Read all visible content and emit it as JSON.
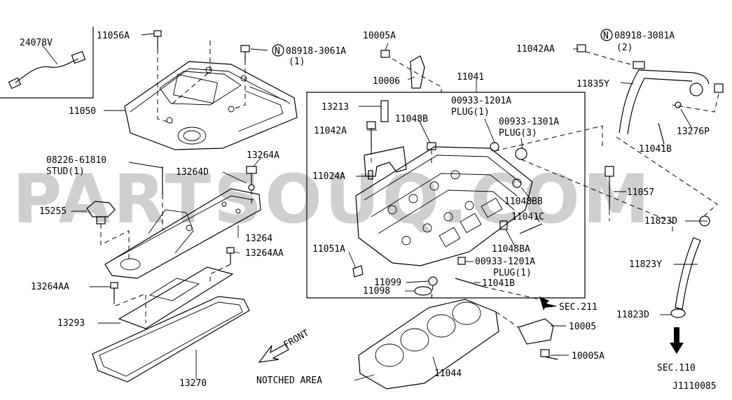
{
  "watermark": "PARTSOUQ.COM",
  "drawing_code": "J1110085",
  "front_label": "FRONT",
  "notched_area_label": "NOTCHED AREA",
  "callouts": {
    "c24078v": "24078V",
    "c11056a": "11056A",
    "c10005a_top": "10005A",
    "c08918_3061a": "08918-3061A",
    "c08918_3061a_qty": "(1)",
    "c11042aa_right": "11042AA",
    "c08918_3081a": "08918-3081A",
    "c08918_3081a_qty": "(2)",
    "c10006": "10006",
    "c11041": "11041",
    "c11835y": "11835Y",
    "c11050": "11050",
    "c13213": "13213",
    "c00933_1201a_top": "00933-1201A",
    "c_plug1_top": "PLUG(1)",
    "c00933_1301a": "00933-1301A",
    "c_plug3": "PLUG(3)",
    "c13276p": "13276P",
    "c11048b": "11048B",
    "c11042a": "11042A",
    "c11041b_right": "11041B",
    "c08226_61810": "08226-61810",
    "c_stud1": "STUD(1)",
    "c13264a": "13264A",
    "c13264d": "13264D",
    "c11024a": "11024A",
    "c11057": "11057",
    "c11048bb": "11048BB",
    "c15255": "15255",
    "c11823d_top": "11823D",
    "c11041c": "11041C",
    "c13264": "13264",
    "c11051a": "11051A",
    "c11048ba": "11048BA",
    "c13264aa_right": "13264AA",
    "c00933_1201a_bottom": "00933-1201A",
    "c_plug1_bottom": "PLUG(1)",
    "c11823y": "11823Y",
    "c11099": "11099",
    "c11041b_bottom": "11041B",
    "c13264aa_left": "13264AA",
    "c11098": "11098",
    "c_sec211": "SEC.211",
    "c11823d_bottom": "11823D",
    "c13293": "13293",
    "c10005": "10005",
    "c10005a_bottom": "10005A",
    "c_sec110": "SEC.110",
    "c11044": "11044",
    "c13270": "13270"
  },
  "circled_symbols": {
    "n1": "N",
    "n2": "N"
  }
}
